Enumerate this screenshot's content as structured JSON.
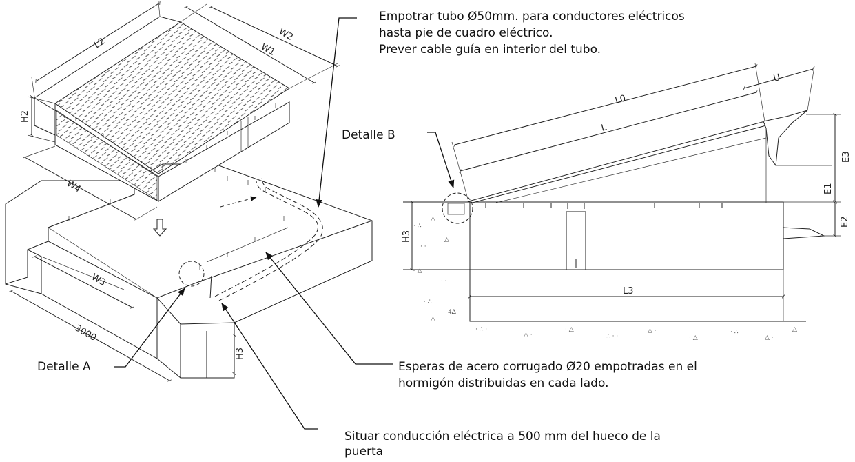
{
  "notes": {
    "tube": "Empotrar tubo Ø50mm. para conductores eléctricos\nhasta pie de cuadro eléctrico.\nPrever cable guía en interior del tubo.",
    "detalle_b": "Detalle B",
    "detalle_a": "Detalle A",
    "esperas": "Esperas de acero corrugado Ø20 empotradas en el\nhormigón distribuidas en cada lado.",
    "conduccion": "Situar conducción eléctrica a 500 mm del hueco de la\npuerta"
  },
  "dimensions": {
    "L2": "L2",
    "W1": "W1",
    "W2": "W2",
    "H2": "H2",
    "W4": "W4",
    "W3": "W3",
    "d3000": "3000",
    "H3_iso": "H3",
    "L0": "L0",
    "L": "L",
    "U": "U",
    "E3": "E3",
    "E1": "E1",
    "E2": "E2",
    "H3": "H3",
    "L3": "L3"
  }
}
